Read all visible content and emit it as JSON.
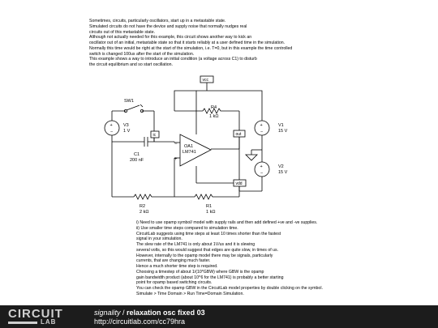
{
  "description_top": [
    "Sometimes, circuits, particularly oscillators, start up in a metastable state.",
    "Simulated circuits do not have the device and supply noise that normally nudges real",
    "circuits out of this metastable state.",
    "Although not actually needed for this example, this circuit shows another way to kick an",
    "oscillator out of an initial, metastable state so that it starts reliably at a user defined time in the simulation.",
    "Normally this time would be right at the start of the simulation, i.e. T=0, but in this example the time controlled",
    "switch is changed 100us after the start of the simulation.",
    "This example shows a way to introduce an initial condition (a voltage across C1) to disturb",
    "the circuit equilibrium and so start oscillation."
  ],
  "description_bottom": [
    "i) Need to use opamp symbol/ model with supply rails and then add defined +ve and -ve supplies.",
    "ii) Use smaller time steps compared to simulation time.",
    "CircuitLab suggests using time steps at least 10 times shorter than the fastest",
    "signal in your simulation.",
    "The slew rate of the LM741 is only about 1V/us and it is slewing",
    "several volts, so this would suggest that edges are quite slow, in times of us.",
    "However, internally to the opamp model there may be signals, particularly",
    "currents, that are changing much faster.",
    "Hence a much shorter time step is required.",
    "Choosing a timestep of about 1/(10*GBW) where GBW is the opamp",
    "gain bandwidth product (about 10^6 for the LM741) is probably a better starting",
    "point for opamp based switching circuits.",
    "You can check the opamp GBW in the CircuitLab model properties by double clicking on the symbol.",
    "Simulate > Time Domain > Run Time=Domain Simulation."
  ],
  "components": {
    "sw1": {
      "name": "SW1"
    },
    "v3": {
      "name": "V3",
      "value": "1 V"
    },
    "c1": {
      "name": "C1",
      "value": "200 nF"
    },
    "oa1": {
      "name": "OA1",
      "value": "LM741"
    },
    "r4": {
      "name": "R4",
      "value": "1 kΩ"
    },
    "r2": {
      "name": "R2",
      "value": "2 kΩ"
    },
    "r1": {
      "name": "R1",
      "value": "1 kΩ"
    },
    "v1": {
      "name": "V1",
      "value": "15 V"
    },
    "v2": {
      "name": "V2",
      "value": "15 V"
    }
  },
  "net_labels": {
    "vcc": "vcc",
    "out": "out",
    "vdd": "vdd",
    "ic": "ic"
  },
  "footer": {
    "logo_word1": "CIRCUIT",
    "logo_word2": "LAB",
    "user": "signality",
    "separator": " / ",
    "project": "relaxation osc fixed 03",
    "url": "http://circuitlab.com/cc79hra"
  },
  "colors": {
    "footer_bg": "#1c1c1c",
    "wire": "#000000",
    "background": "#ffffff"
  }
}
